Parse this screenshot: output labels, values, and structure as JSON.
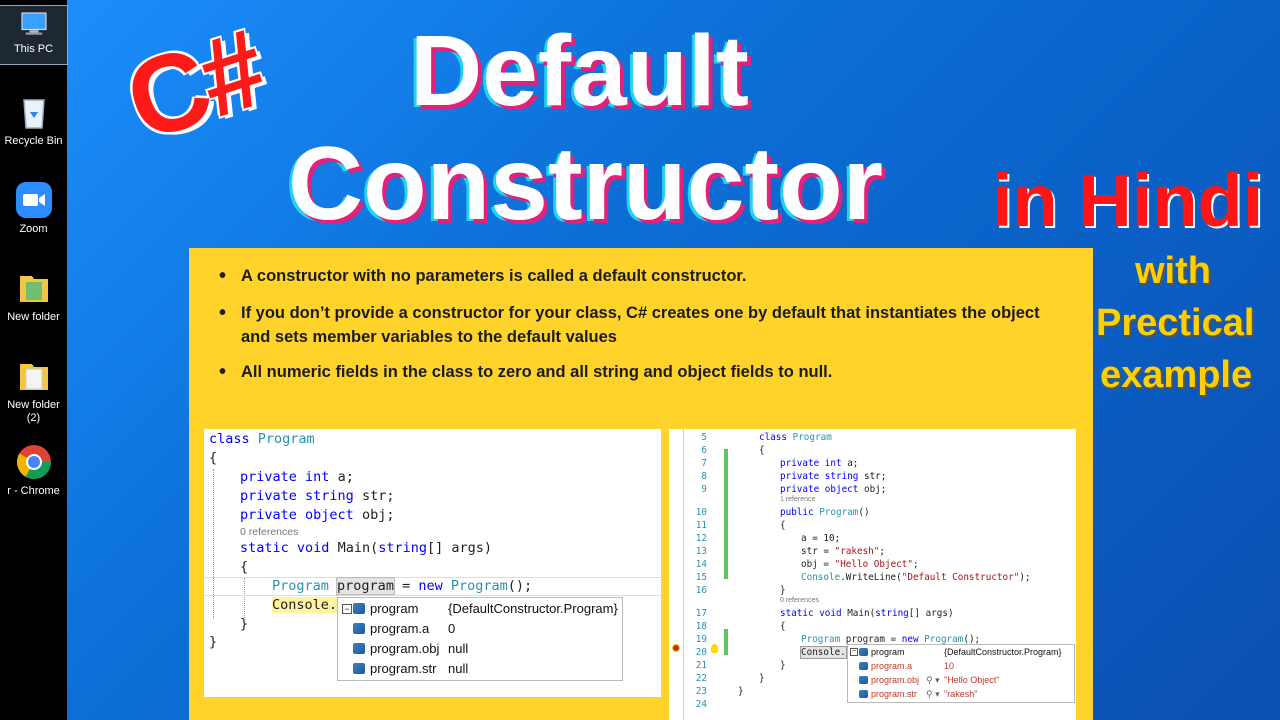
{
  "desktop": {
    "icons": [
      {
        "label": "This PC"
      },
      {
        "label": "Recycle Bin"
      },
      {
        "label": "Zoom"
      },
      {
        "label": "New folder"
      },
      {
        "label": "New folder\n(2)"
      },
      {
        "label": "r - Chrome"
      }
    ]
  },
  "title": {
    "csharp": "C#",
    "line1": "Default",
    "line2": "Constructor",
    "hindi": "in Hindi",
    "sub1": "with",
    "sub2": "Prectical",
    "sub3": "example"
  },
  "bullets": [
    "A constructor with no parameters is called a default constructor.",
    "If you don’t provide a constructor for your class, C# creates one by default that instantiates the object and sets member variables to the default values",
    "All numeric fields in the class to zero and all string and object fields to null."
  ],
  "left_code": {
    "refs": "0 references",
    "watch": [
      {
        "name": "program",
        "value": "{DefaultConstructor.Program}"
      },
      {
        "name": "program.a",
        "value": "0"
      },
      {
        "name": "program.obj",
        "value": "null"
      },
      {
        "name": "program.str",
        "value": "null"
      }
    ]
  },
  "right_code": {
    "line_numbers": [
      "5",
      "6",
      "7",
      "8",
      "9",
      "10",
      "11",
      "12",
      "13",
      "14",
      "15",
      "16",
      "17",
      "18",
      "19",
      "20",
      "21",
      "22",
      "23",
      "24"
    ],
    "ref1": "1 reference",
    "ref2": "0 references",
    "watch": [
      {
        "name": "program",
        "value": "{DefaultConstructor.Program}"
      },
      {
        "name": "program.a",
        "value": "10"
      },
      {
        "name": "program.obj",
        "value": "\"Hello Object\""
      },
      {
        "name": "program.str",
        "value": "\"rakesh\""
      }
    ]
  },
  "colors": {
    "background": "#0b6fd6",
    "panel": "#ffd32a",
    "keyword": "#0000ff",
    "type": "#2b91af",
    "string": "#a31515",
    "title_red": "#ff1a1a",
    "subtitle_yellow": "#ffd000"
  }
}
